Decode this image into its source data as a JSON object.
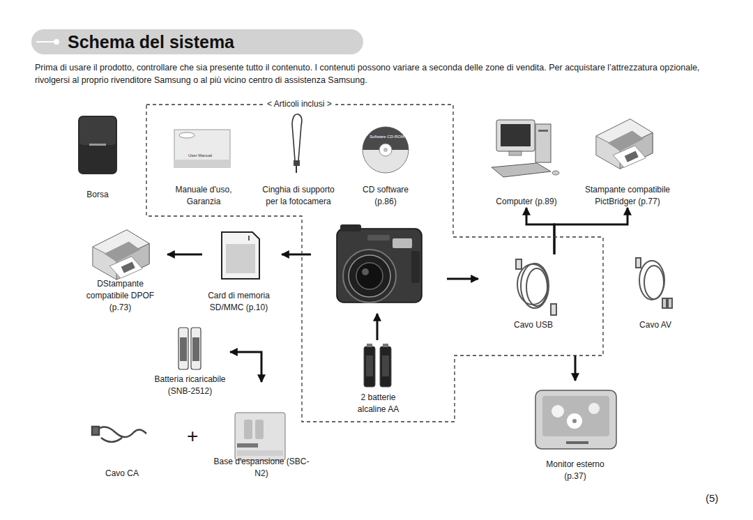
{
  "diagram": {
    "title": "Schema del sistema",
    "nodes": [
      {
        "text": [
          "Borsa"
        ]
      },
      {
        "text": [
          "< Articoli inclusi >"
        ]
      },
      {
        "text": [
          "Manuale d'uso, Garanzia"
        ],
        "in": 1
      },
      {
        "text": [
          "Cinghia di supporto per la fotocamera"
        ],
        "in": 1
      },
      {
        "text": [
          "CD software (p.86)"
        ],
        "in": 1
      },
      {
        "text": [
          "Computer (p.89)"
        ]
      },
      {
        "text": [
          "Stampante compatibile PictBridger (p.77)"
        ]
      },
      {
        "text": [
          "DStampante compatibile DPOF (p.73)"
        ]
      },
      {
        "text": [
          "Card di memoria SD/MMC (p.10)"
        ]
      },
      {
        "text": [
          "Cavo USB"
        ],
        "in": 1
      },
      {
        "text": [
          "Cavo AV"
        ]
      },
      {
        "text": [
          "Batteria ricaricabile (SNB-2512)"
        ]
      },
      {
        "text": [
          "2 batterie alcaline AA"
        ],
        "in": 1
      },
      {
        "text": [
          "Monitor esterno (p.37)"
        ]
      },
      {
        "text": [
          "Cavo CA"
        ]
      },
      {
        "text": [
          "Base d'espansione (SBC-N2)"
        ]
      }
    ],
    "edges": [
      {
        "from": 8,
        "to": 7,
        "arrow": "to"
      },
      {
        "from": 11,
        "to": 15,
        "arrow": "both"
      },
      {
        "from": 9,
        "to": 5,
        "arrow": "to"
      },
      {
        "from": 9,
        "to": 6,
        "arrow": "to"
      }
    ],
    "labels": [
      "Prima di usare il prodotto, controllare che sia presente tutto il contenuto. I contenuti possono variare a seconda delle zone di vendita. Per acquistare l’attrezzatura opzionale, rivolgersi al proprio rivenditore Samsung o al più vicino centro di assistenza Samsung.",
      "+",
      "(5)",
      "User Manual",
      "Software CD-ROM"
    ]
  }
}
